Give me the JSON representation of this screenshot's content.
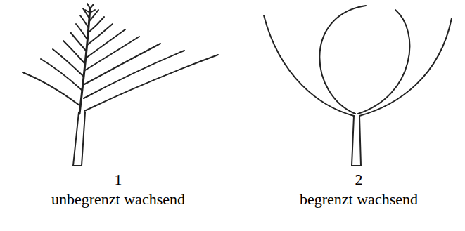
{
  "diagram": {
    "labels": [
      "1",
      "unbegrenzt wachsend",
      "2",
      "begrenzt wachsend"
    ]
  }
}
